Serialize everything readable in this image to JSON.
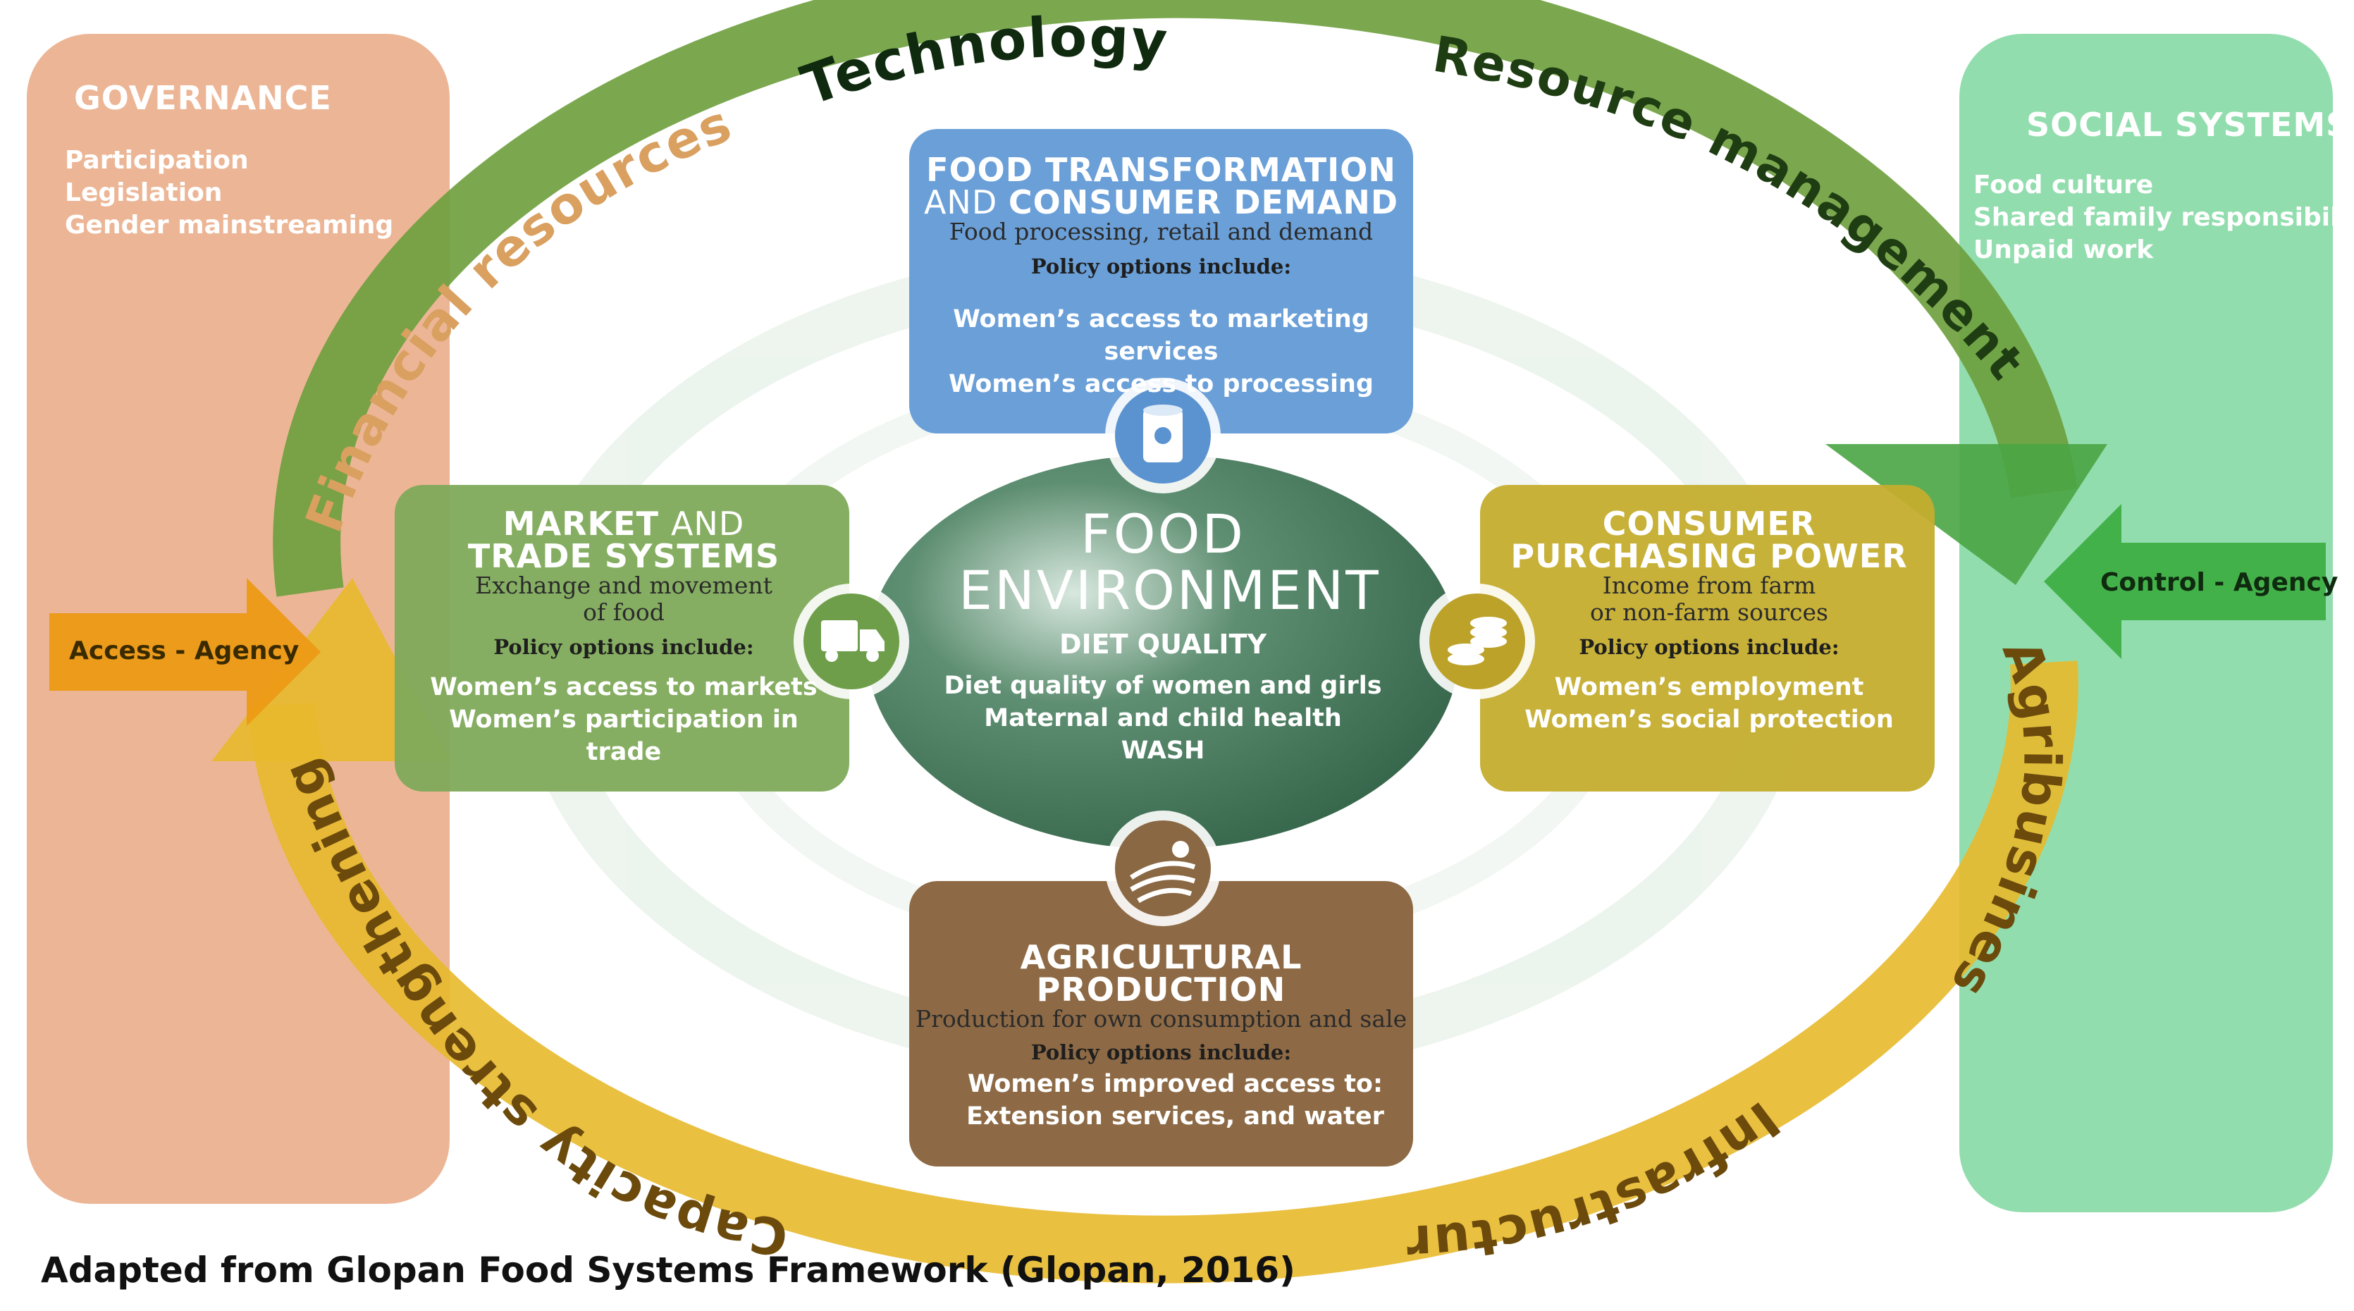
{
  "governance": {
    "title": "GOVERNANCE",
    "items": [
      "Participation",
      "Legislation",
      "Gender mainstreaming"
    ]
  },
  "social_systems": {
    "title": "SOCIAL SYSTEMS",
    "items": [
      "Food culture",
      "Shared family  responsibility",
      "Unpaid work"
    ]
  },
  "cycle_labels": {
    "technology": "Technology",
    "resource_management": "Resource management",
    "financial_resources": "Financial resources",
    "agribusiness": "Agribusiness",
    "infrastructure": "Infrastructure",
    "capacity_strengthening": "Capacity strengthening"
  },
  "access_agency": "Access - Agency",
  "control_agency": "Control - Agency",
  "food_transformation": {
    "title1": "FOOD TRANSFORMATION",
    "title2a": "AND ",
    "title2b": "CONSUMER DEMAND",
    "subtitle": "Food processing, retail and demand",
    "policy": "Policy options include:",
    "options": [
      "Women’s access to marketing services",
      "Women’s access to processing"
    ]
  },
  "market_trade": {
    "title1a": "MARKET ",
    "title1b": "AND",
    "title2": "TRADE SYSTEMS",
    "subtitle1": "Exchange and movement",
    "subtitle2": "of food",
    "policy": "Policy options include:",
    "options": [
      "Women’s access to markets",
      "Women’s participation in  trade"
    ]
  },
  "consumer_power": {
    "title1": "CONSUMER",
    "title2": "PURCHASING POWER",
    "subtitle1": "Income from farm",
    "subtitle2": "or non-farm sources",
    "policy": "Policy options include:",
    "options": [
      "Women’s employment",
      "Women’s social protection"
    ]
  },
  "agri_production": {
    "title1": "AGRICULTURAL",
    "title2": "PRODUCTION",
    "subtitle": "Production for own consumption and sale",
    "policy": "Policy options include:",
    "options": [
      "Women’s improved access to:",
      "Extension services, and water"
    ]
  },
  "food_environment": {
    "line1": "FOOD",
    "line2": "ENVIRONMENT",
    "diet_quality": "DIET QUALITY",
    "items": [
      "Diet quality of women and girls",
      "Maternal and child health",
      "WASH"
    ]
  },
  "caption": "Adapted from Glopan Food Systems Framework (Glopan, 2016)",
  "colors": {
    "governance_panel": "#e9a984",
    "social_panel": "#7fd7a0",
    "food_transformation": "#6a9fd8",
    "market_trade": "#7faa5a",
    "consumer_power": "#c4ad2e",
    "agri_production": "#8d6a45",
    "food_environment": "#3f7354",
    "green_ring": "#6d9e3c",
    "yellow_ring": "#e8b92c",
    "access_arrow": "#ec9a14",
    "control_arrow": "#3fae45"
  },
  "icons": [
    "can-icon",
    "truck-icon",
    "coins-icon",
    "field-sun-icon"
  ]
}
